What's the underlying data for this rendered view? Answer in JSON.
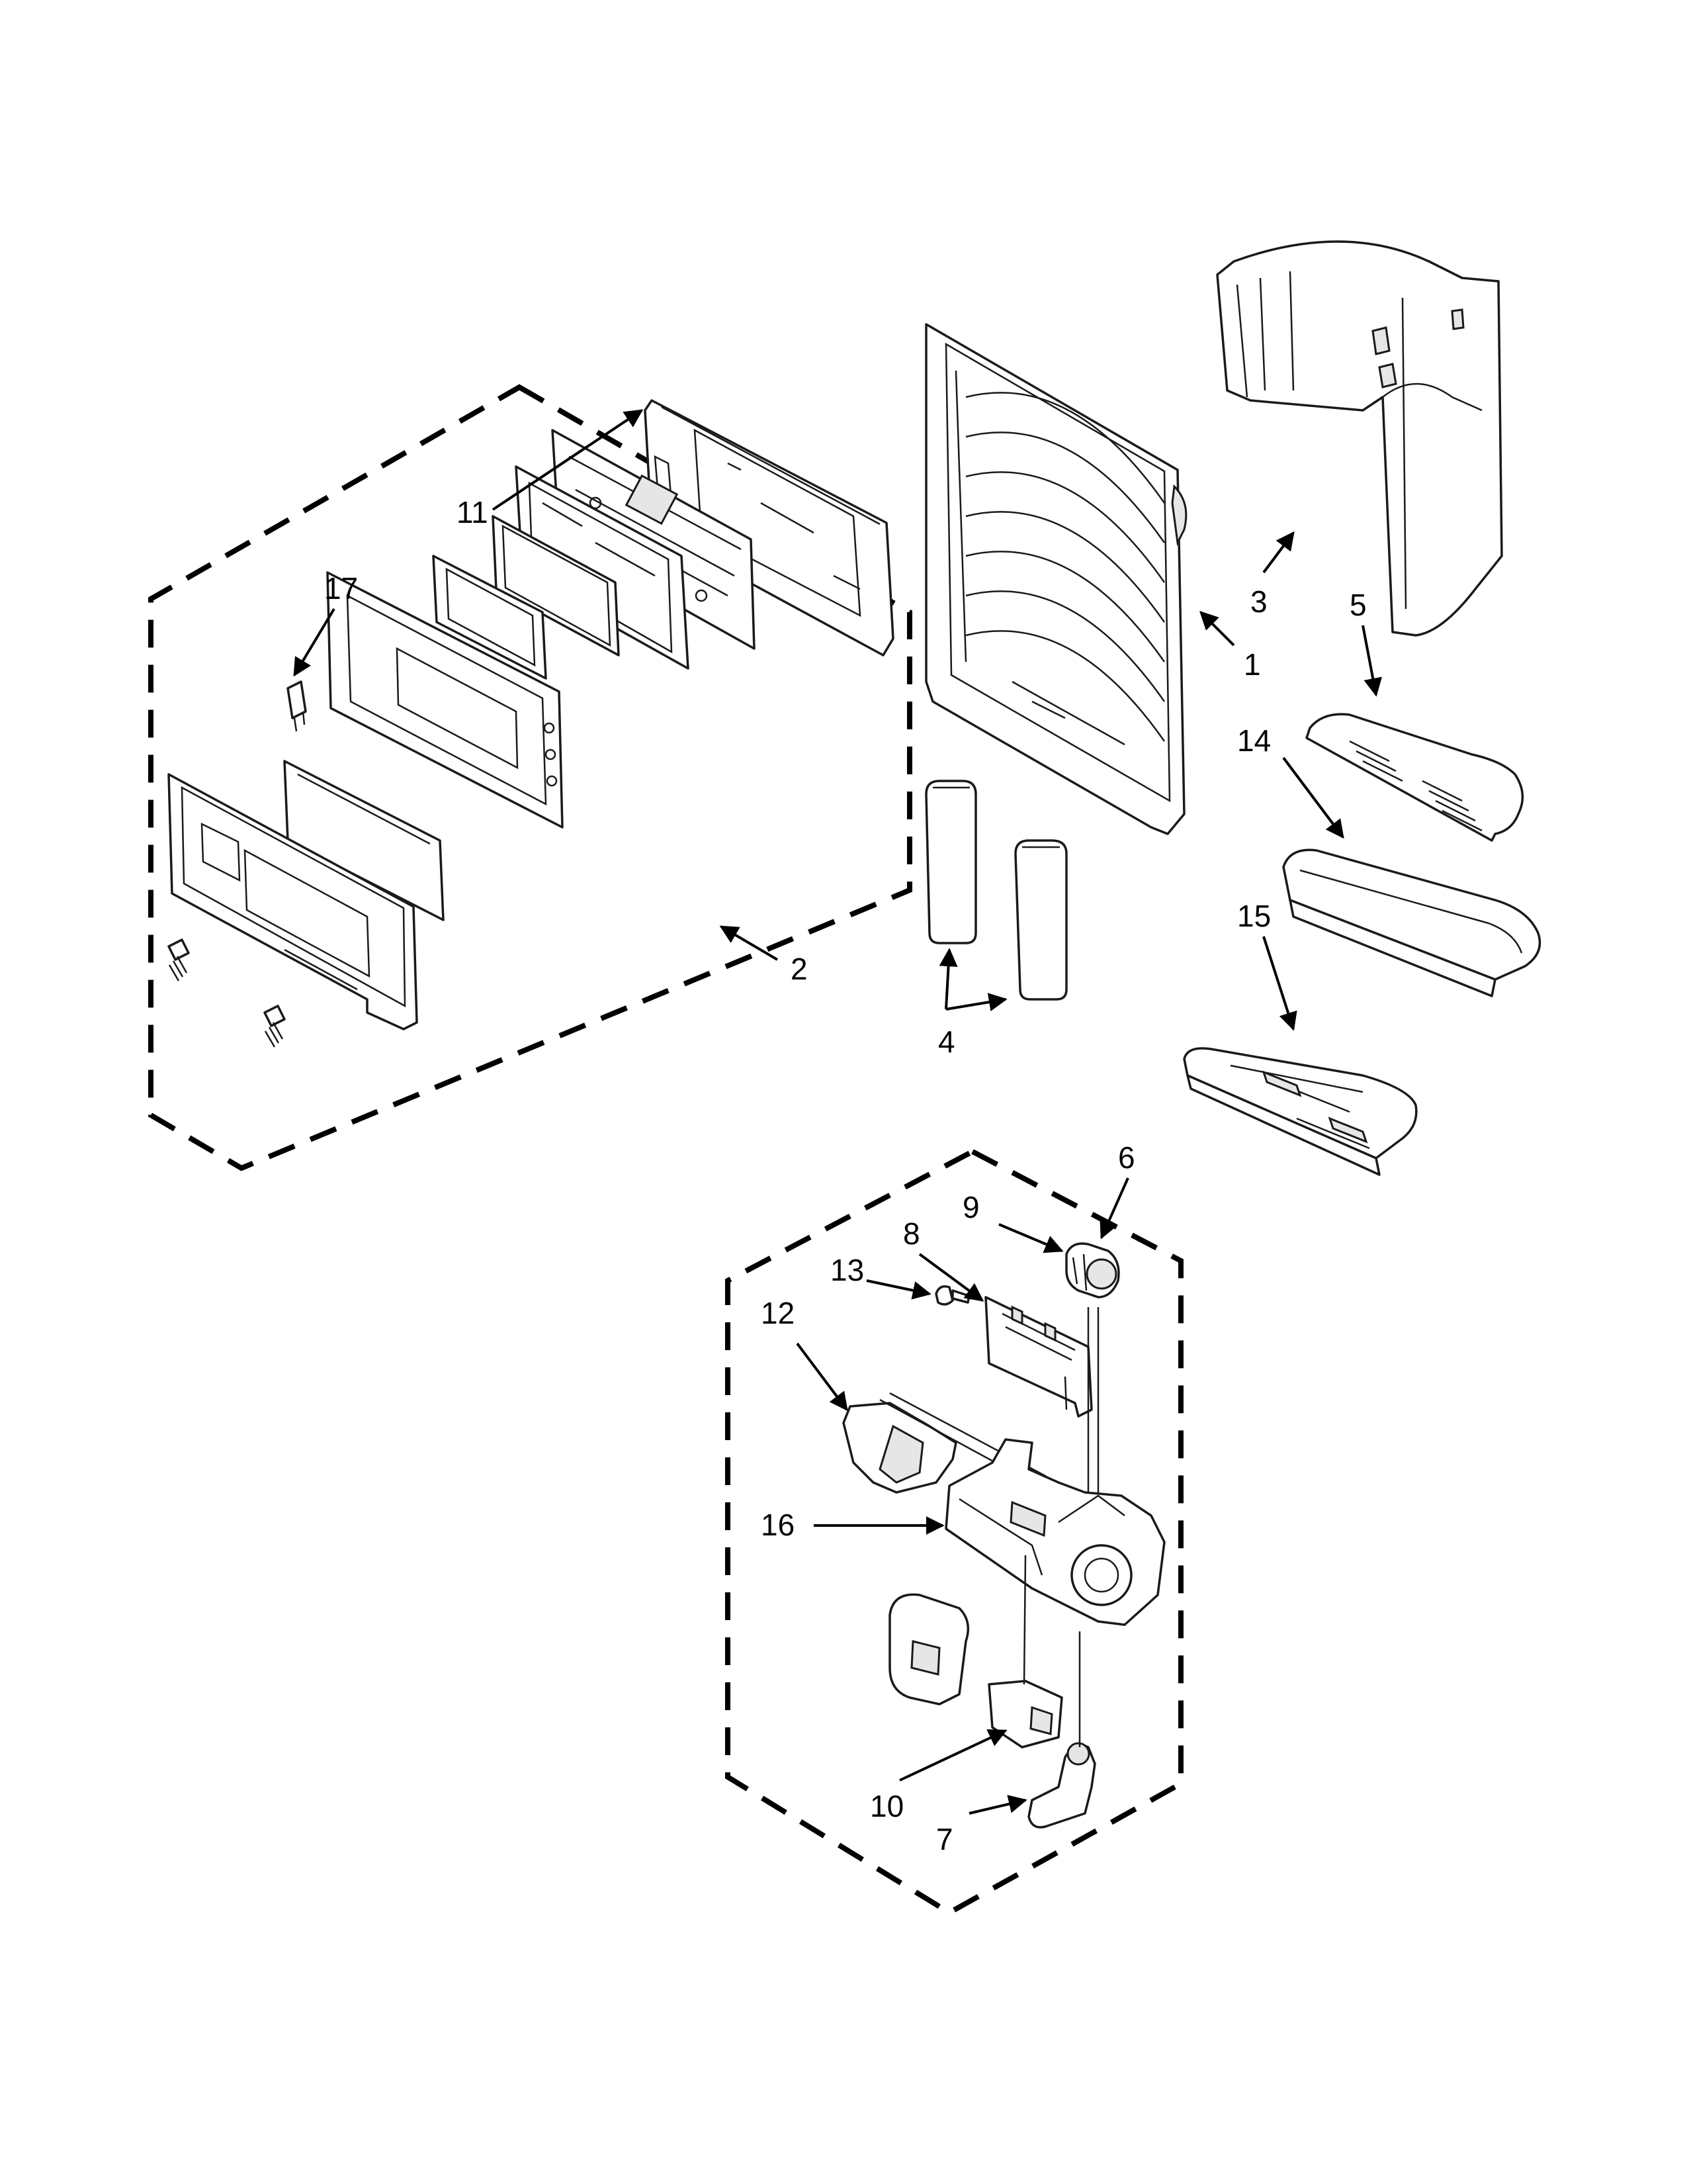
{
  "callouts": {
    "c1": "1",
    "c2": "2",
    "c3": "3",
    "c4": "4",
    "c5": "5",
    "c6": "6",
    "c7": "7",
    "c8": "8",
    "c9": "9",
    "c10": "10",
    "c11": "11",
    "c12": "12",
    "c13": "13",
    "c14": "14",
    "c15": "15",
    "c16": "16",
    "c17": "17"
  },
  "style": {
    "line_color": "#000000",
    "background": "#ffffff"
  }
}
